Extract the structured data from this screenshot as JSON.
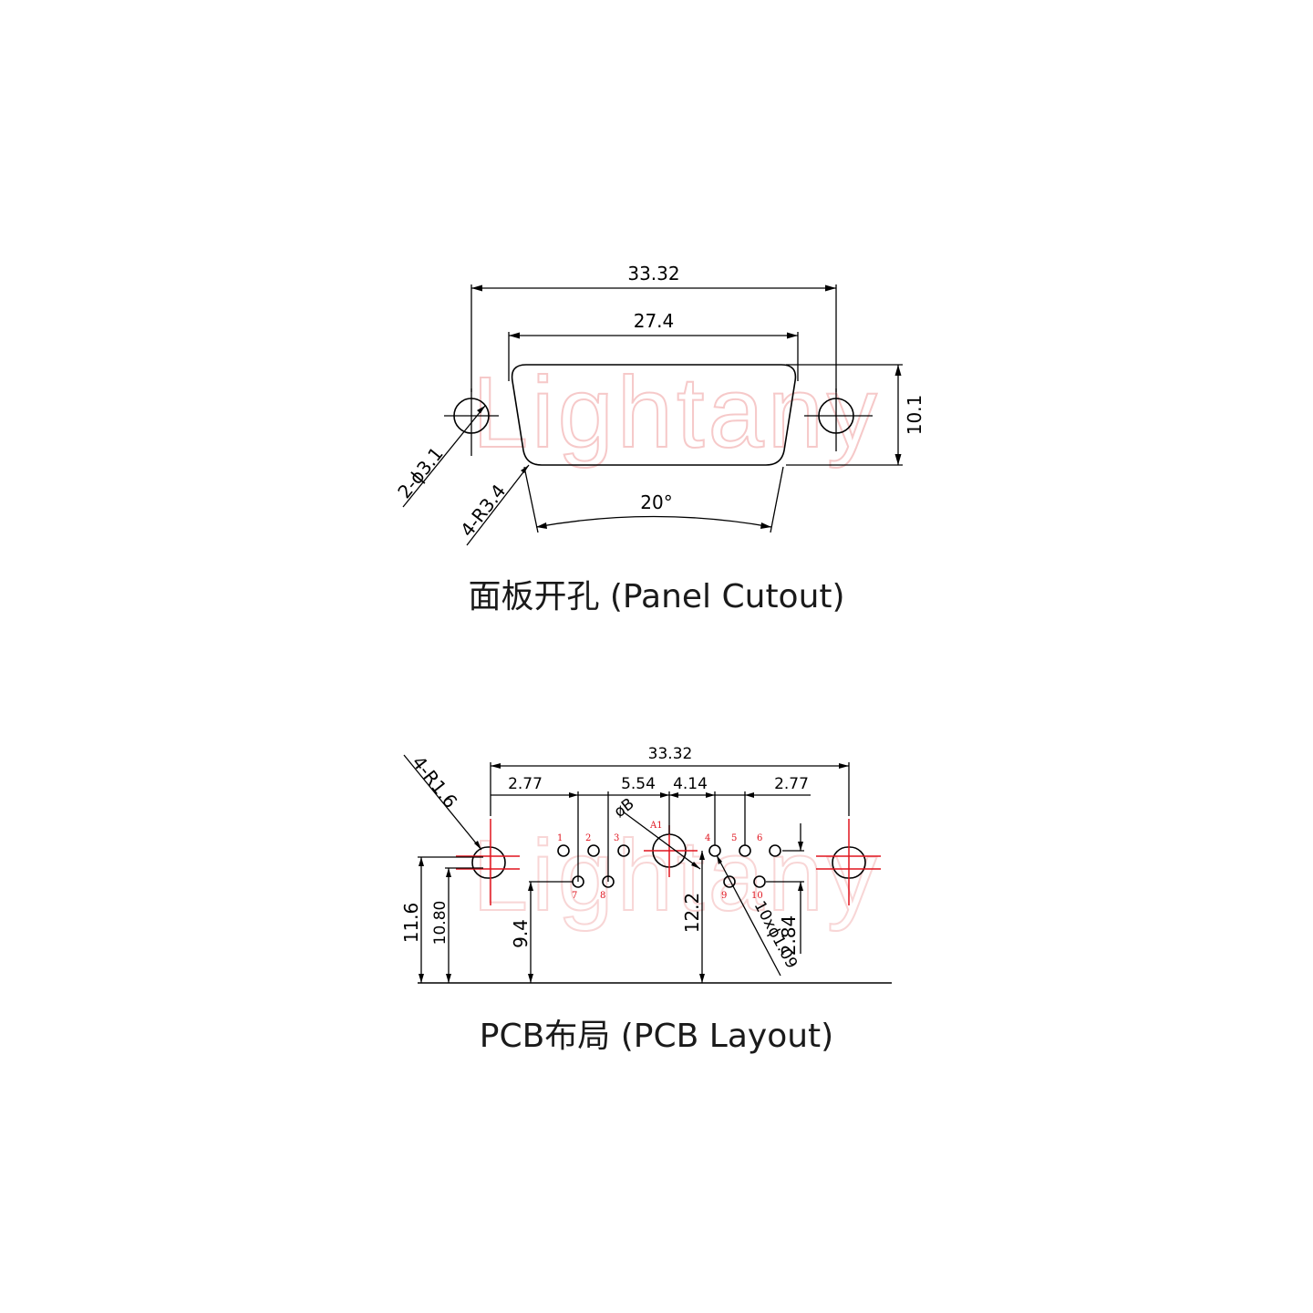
{
  "watermark": {
    "text": "Lightany",
    "color": "#f6c9c9"
  },
  "accent_color": "#e0141e",
  "panel_cutout": {
    "caption": "面板开孔 (Panel Cutout)",
    "dims": {
      "overall_width": "33.32",
      "d_width": "27.4",
      "height": "10.1",
      "holes": "2-ϕ3.1",
      "radius": "4-R3.4",
      "angle": "20°"
    }
  },
  "pcb_layout": {
    "caption": "PCB布局 (PCB Layout)",
    "dims": {
      "overall_width": "33.32",
      "left_offset": "2.77",
      "mid_a": "5.54",
      "mid_b": "4.14",
      "right_offset": "2.77",
      "radius": "4-R1.6",
      "big_hole": "øB",
      "height_a": "11.6",
      "height_b": "10.80",
      "height_c": "9.4",
      "height_d": "12.2",
      "pin_holes": "10xϕ1.09",
      "row_pitch": "2.84"
    },
    "coax_label": "A1",
    "pins_top": [
      "1",
      "2",
      "3",
      "4",
      "5",
      "6"
    ],
    "pins_bottom": [
      "7",
      "8",
      "9",
      "10"
    ]
  }
}
